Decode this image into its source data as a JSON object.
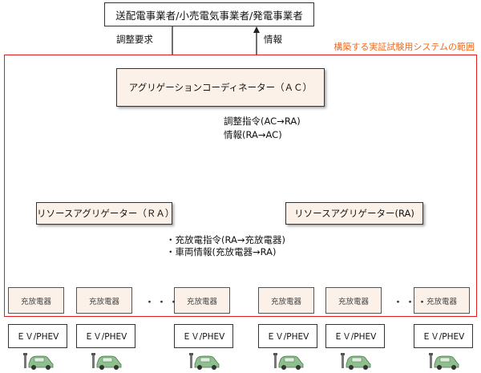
{
  "top_box": "送配電事業者/小売電気事業者/発電事業者",
  "left_label": "調整要求",
  "right_label": "情報",
  "frame_label": "構築する実証試験用システムの範囲",
  "ac_box": "アグリゲーションコーディネーター（ＡＣ）",
  "ac_ra_label_1": "調整指令(AC→RA)",
  "ac_ra_label_2": "情報(RA→AC)",
  "ra_left": "リソースアグリゲーター（ＲＡ）",
  "ra_right": "リソースアグリゲーター(RA)",
  "ra_charger_label_1": "・充放電指令(RA→充放電器)",
  "ra_charger_label_2": "・車両情報(充放電器→RA)",
  "chargers": [
    "充放電器",
    "充放電器",
    "充放電器",
    "充放電器",
    "充放電器",
    "充放電器"
  ],
  "ellipsis": "・・・",
  "evs": [
    "ＥＶ/PHEV",
    "ＥＶ/PHEV",
    "ＥＶ/PHEV",
    "ＥＶ/PHEV",
    "ＥＶ/PHEV",
    "ＥＶ/PHEV"
  ],
  "colors": {
    "frame": "#e02020",
    "frame_label": "#ee6a1c",
    "box_fill": "#fbf1e8",
    "car": "#8fbf8f"
  }
}
